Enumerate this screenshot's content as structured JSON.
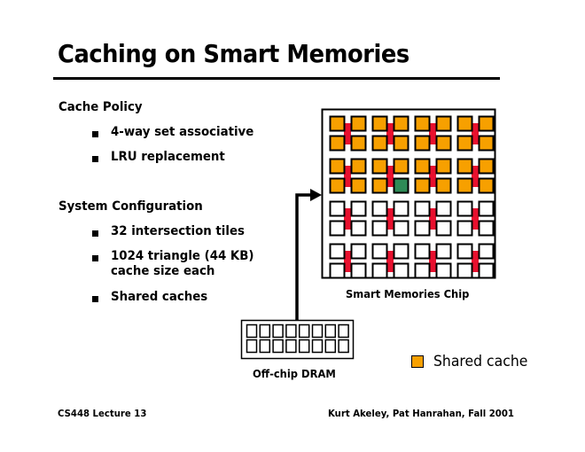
{
  "slide": {
    "title": "Caching on Smart Memories",
    "sections": [
      {
        "heading": "Cache Policy",
        "bullets": [
          "4-way set associative",
          "LRU replacement"
        ]
      },
      {
        "heading": "System Configuration",
        "bullets": [
          "32 intersection tiles",
          "1024 triangle (44 KB)",
          "cache size each",
          "Shared caches"
        ]
      }
    ],
    "diagram": {
      "chip_label": "Smart Memories Chip",
      "dram_label": "Off-chip DRAM",
      "legend_label": "Shared cache",
      "tile_rows": 8,
      "tile_cols": 8,
      "shared_rows": 4,
      "highlight_tile": {
        "row": 3,
        "col": 3
      },
      "dram_cells_per_row": 8,
      "dram_rows": 2,
      "colors": {
        "shared": "#f7a000",
        "highlight": "#2e8b57",
        "interconnect": "#e8102e",
        "empty": "#ffffff"
      }
    },
    "footer": {
      "left": "CS448 Lecture 13",
      "right": "Kurt Akeley, Pat Hanrahan, Fall 2001"
    }
  }
}
